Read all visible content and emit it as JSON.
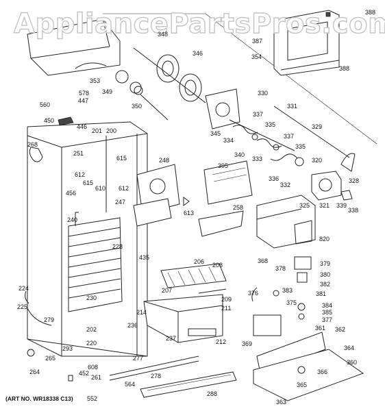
{
  "watermark": "AppliancePartsPros.com",
  "art_no": "(ART NO. WR18338 C13)",
  "callouts": {
    "c388a": "388",
    "c387": "387",
    "c388b": "388",
    "c354": "354",
    "c348": "348",
    "c346": "346",
    "c353": "353",
    "c349": "349",
    "c350": "350",
    "c578": "578",
    "c560": "560",
    "c447": "447",
    "c450": "450",
    "c446": "446",
    "c268": "268",
    "c201": "201",
    "c200": "200",
    "c251": "251",
    "c615a": "615",
    "c612a": "612",
    "c615b": "615",
    "c610": "610",
    "c248": "248",
    "c612b": "612",
    "c247": "247",
    "c613": "613",
    "c456": "456",
    "c240": "240",
    "c228": "228",
    "c435": "435",
    "c345": "345",
    "c330": "330",
    "c331": "331",
    "c337a": "337",
    "c334": "334",
    "c335a": "335",
    "c329": "329",
    "c340": "340",
    "c333": "333",
    "c337b": "337",
    "c335b": "335",
    "c336": "336",
    "c332": "332",
    "c320": "320",
    "c395": "395",
    "c328": "328",
    "c325": "325",
    "c321": "321",
    "c339": "339",
    "c338": "338",
    "c258": "258",
    "c820": "820",
    "c368": "368",
    "c379": "379",
    "c378": "378",
    "c380": "380",
    "c382": "382",
    "c381": "381",
    "c376": "376",
    "c383": "383",
    "c375": "375",
    "c384": "384",
    "c385": "385",
    "c377": "377",
    "c206": "206",
    "c208": "208",
    "c207": "207",
    "c209": "209",
    "c211": "211",
    "c224": "224",
    "c225": "225",
    "c279": "279",
    "c230": "230",
    "c214": "214",
    "c236": "236",
    "c237": "237",
    "c212": "212",
    "c202": "202",
    "c220": "220",
    "c293": "293",
    "c265": "265",
    "c608": "608",
    "c264": "264",
    "c261": "261",
    "c452": "452",
    "c564": "564",
    "c552": "552",
    "c277": "277",
    "c278": "278",
    "c288": "288",
    "c369": "369",
    "c361": "361",
    "c362": "362",
    "c364": "364",
    "c360": "360",
    "c366": "366",
    "c365": "365",
    "c363": "363"
  }
}
